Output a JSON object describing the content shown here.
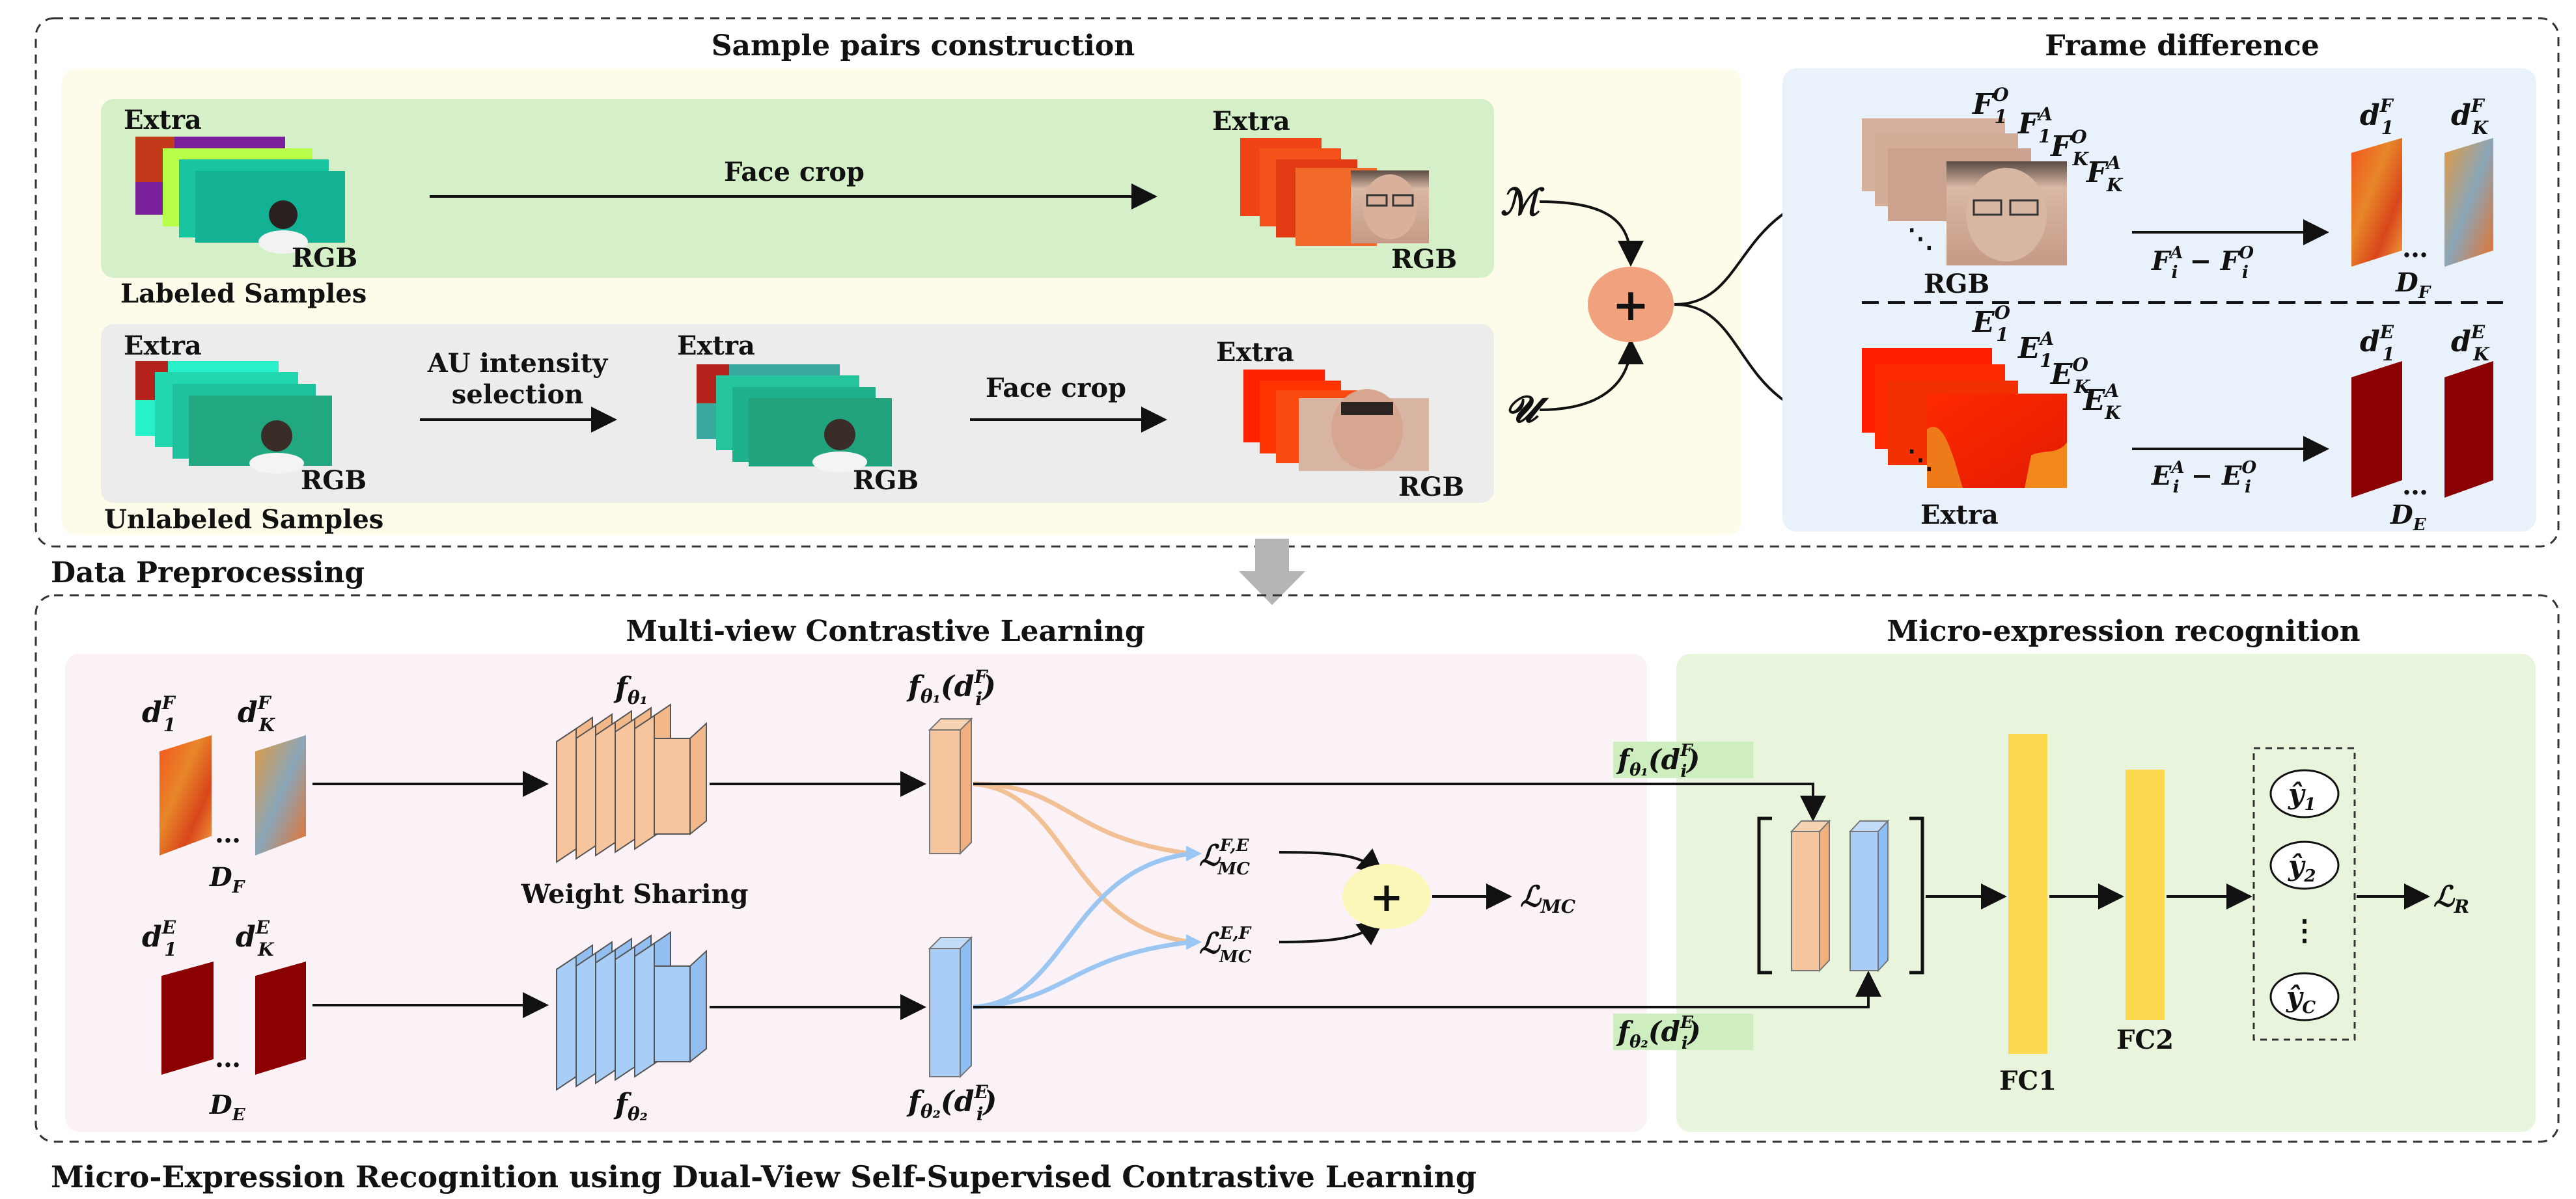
{
  "titles": {
    "sample_pairs": "Sample pairs construction",
    "frame_difference": "Frame difference",
    "data_preprocessing": "Data Preprocessing",
    "multiview": "Multi-view Contrastive Learning",
    "micro_recognition": "Micro-expression recognition",
    "caption": "Micro-Expression Recognition using Dual-View Self-Supervised Contrastive Learning"
  },
  "labeled": {
    "extra_left": "Extra",
    "rgb_left": "RGB",
    "face_crop": "Face crop",
    "extra_right": "Extra",
    "rgb_right": "RGB",
    "label": "Labeled Samples",
    "set_symbol": "ℳ"
  },
  "unlabeled": {
    "extra_1": "Extra",
    "rgb_1": "RGB",
    "au_line1": "AU intensity",
    "au_line2": "selection",
    "extra_2": "Extra",
    "rgb_2": "RGB",
    "face_crop": "Face crop",
    "extra_3": "Extra",
    "rgb_3": "RGB",
    "label": "Unlabeled Samples",
    "set_symbol": "𝓤"
  },
  "frame_diff": {
    "f1o": "F",
    "f1o_sup": "O",
    "f1o_sub": "1",
    "f1a": "F",
    "f1a_sup": "A",
    "f1a_sub": "1",
    "fko": "F",
    "fko_sup": "O",
    "fko_sub": "K",
    "fka": "F",
    "fka_sup": "A",
    "fka_sub": "K",
    "rgb_label": "RGB",
    "f_formula": "F",
    "f_formula_sup_a": "A",
    "f_formula_sub_a": "i",
    "f_minus": "− F",
    "f_formula_sup_o": "O",
    "f_formula_sub_o": "i",
    "d1f": "d",
    "d1f_sup": "F",
    "d1f_sub": "1",
    "dkf": "d",
    "dkf_sup": "F",
    "dkf_sub": "K",
    "df": "D",
    "df_sub": "F",
    "e1o": "E",
    "e1o_sup": "O",
    "e1o_sub": "1",
    "e1a": "E",
    "e1a_sup": "A",
    "e1a_sub": "1",
    "eko": "E",
    "eko_sup": "O",
    "eko_sub": "K",
    "eka": "E",
    "eka_sup": "A",
    "eka_sub": "K",
    "extra_label": "Extra",
    "e_formula": "E",
    "e_minus": "− E",
    "d1e": "d",
    "d1e_sup": "E",
    "d1e_sub": "1",
    "dke": "d",
    "dke_sup": "E",
    "dke_sub": "K",
    "de": "D",
    "de_sub": "E",
    "plus": "+"
  },
  "multiview": {
    "d1f": "d",
    "d1f_sup": "F",
    "d1f_sub": "1",
    "dkf": "d",
    "dkf_sup": "F",
    "dkf_sub": "K",
    "df": "D",
    "df_sub": "F",
    "d1e": "d",
    "d1e_sup": "E",
    "d1e_sub": "1",
    "dke": "d",
    "dke_sup": "E",
    "dke_sub": "K",
    "de": "D",
    "de_sub": "E",
    "f_theta1": "f",
    "theta1_sub": "θ₁",
    "f_theta2": "f",
    "theta2_sub": "θ₂",
    "weight_sharing": "Weight Sharing",
    "out1": "(d",
    "out1_sup": "F",
    "out1_sub": "i",
    "out_close": ")",
    "out2": "(d",
    "out2_sup": "E",
    "out2_sub": "i",
    "lmc_fe": "ℒ",
    "lmc_fe_sub": "MC",
    "lmc_fe_sup": "F,E",
    "lmc_ef": "ℒ",
    "lmc_ef_sub": "MC",
    "lmc_ef_sup": "E,F",
    "plus": "+",
    "lmc": "ℒ",
    "lmc_sub": "MC"
  },
  "recognition": {
    "in1": "f",
    "in1_sub": "θ₁",
    "in1_arg": "(d",
    "in1_sup": "F",
    "in1_argsub": "i",
    "close": ")",
    "in2": "f",
    "in2_sub": "θ₂",
    "in2_arg": "(d",
    "in2_sup": "E",
    "in2_argsub": "i",
    "fc1": "FC1",
    "fc2": "FC2",
    "y1": "ŷ",
    "y1_sub": "1",
    "y2": "ŷ",
    "y2_sub": "2",
    "vdots": "⋮",
    "yc": "ŷ",
    "yc_sub": "C",
    "lr": "ℒ",
    "lr_sub": "R"
  },
  "colors": {
    "bg_top": "#fdfbea",
    "green_band": "#d5f0c8",
    "gray_band": "#ececec",
    "frame_bg": "#e9f2fb",
    "multiview_bg": "#fbf2f7",
    "recog_bg": "#e8f5dc",
    "plus_orange": "#f0a27e",
    "plus_yellow": "#fbf7b8",
    "orange_block": "#f6c49d",
    "blue_block": "#a8cdf6",
    "fc_yellow": "#fcd84f",
    "dark_red": "#8b0000",
    "label_green": "#cfeec0"
  }
}
